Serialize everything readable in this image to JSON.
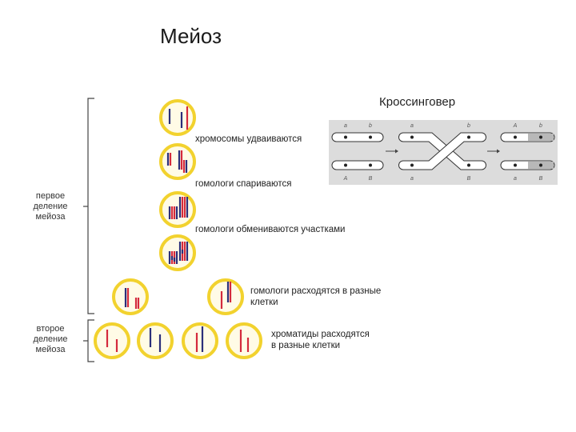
{
  "title": "Мейоз",
  "crossing_over": {
    "title": "Кроссинговер",
    "top_labels": [
      "a",
      "b",
      "a",
      "b",
      "A",
      "b"
    ],
    "bottom_labels": [
      "A",
      "B",
      "a",
      "B",
      "a",
      "B"
    ]
  },
  "stages": {
    "first": [
      "первое",
      "деление",
      "мейоза"
    ],
    "second": [
      "второе",
      "деление",
      "мейоза"
    ]
  },
  "steps": [
    "хромосомы удваиваются",
    "гомологи спариваются",
    "гомологи обмениваются участками",
    "гомологи расходятся в разные",
    "клетки",
    "хроматиды расходятся",
    "в разные клетки"
  ],
  "colors": {
    "cell_border": "#f2d22e",
    "cell_fill": "#fffbe6",
    "chromosome_blue": "#2b2f7a",
    "chromosome_red": "#d42a3c",
    "panel_bg": "#dcdcdc"
  }
}
